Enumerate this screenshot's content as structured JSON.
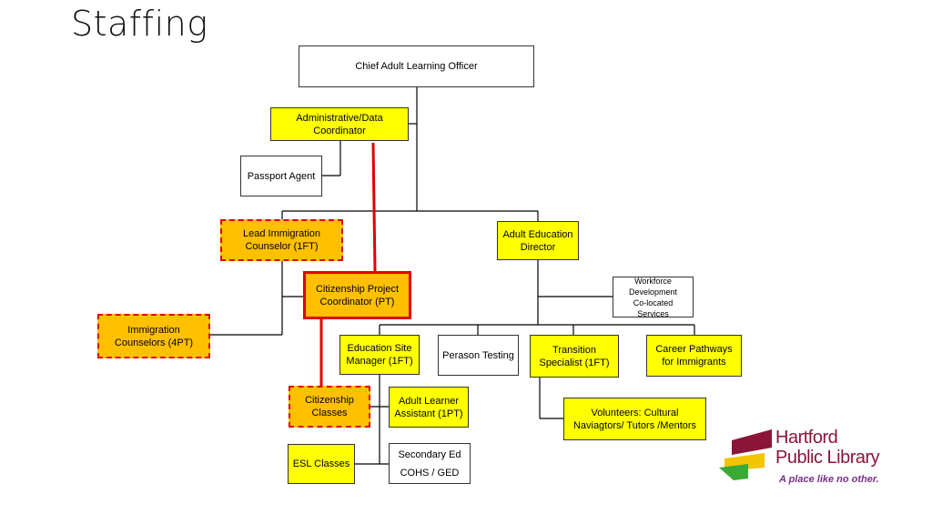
{
  "title": "Staffing",
  "boxes": {
    "chief": "Chief Adult Learning Officer",
    "admin_coordinator": "Administrative/Data\nCoordinator",
    "passport_agent": "Passport Agent",
    "lead_immigration": "Lead Immigration\nCounselor  (1FT)",
    "adult_ed_director": "Adult Education\nDirector",
    "citizenship_coordinator": "Citizenship Project\nCoordinator (PT)",
    "workforce": "Workforce\nDevelopment\nCo-located Services",
    "immigration_counselors": "Immigration\nCounselors  (4PT)",
    "education_site_manager": "Education Site\nManager (1FT)",
    "perason_testing": "Perason Testing",
    "transition_specialist": "Transition\nSpecialist   (1FT)",
    "career_pathways": "Career Pathways\nfor Immigrants",
    "citizenship_classes": "Citizenship\nClasses",
    "adult_learner_assistant": "Adult Learner\nAssistant (1PT)",
    "volunteers": "Volunteers: Cultural\nNaviagtors/  Tutors /Mentors",
    "esl_classes": "ESL Classes",
    "secondary_ed": "Secondary Ed\nCOHS / GED"
  },
  "logo": {
    "line1": "Hartford",
    "line2": "Public Library",
    "tagline": "A place like no other.",
    "colors": {
      "maroon": "#8a1538",
      "yellow": "#f2c500",
      "green": "#3aa935"
    }
  },
  "colors": {
    "yellow": "#ffff00",
    "orange": "#ffc000",
    "red": "#e00000"
  }
}
